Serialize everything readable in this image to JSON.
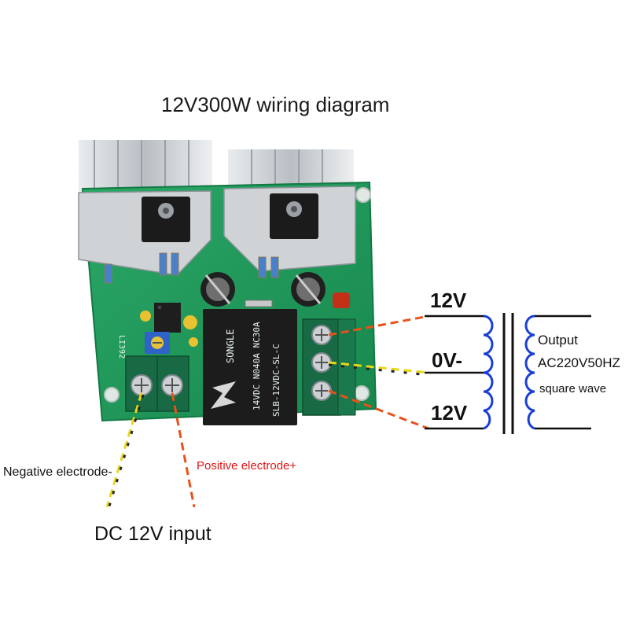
{
  "title": "12V300W wiring diagram",
  "transformer": {
    "top_tap": "12V",
    "center_tap": "0V-",
    "bottom_tap": "12V",
    "output_label": "Output",
    "output_spec": "AC220V50HZ",
    "waveform": "square wave"
  },
  "input": {
    "negative_label": "Negative electrode-",
    "positive_label": "Positive electrode+",
    "dc_label": "DC 12V input"
  },
  "board": {
    "relay_brand": "SONGLE",
    "relay_line1": "14VDC N040A NC30A",
    "relay_line2": "SLB-12VDC-SL-C",
    "board_id": "LI392"
  },
  "colors": {
    "pcb": "#1f9a5d",
    "heatsink": "#c8ccd0",
    "relay": "#1c1c1c",
    "coil": "#1a3fd6",
    "positive_wire": "#e8511a",
    "negative_wire": "#e8d81a"
  }
}
